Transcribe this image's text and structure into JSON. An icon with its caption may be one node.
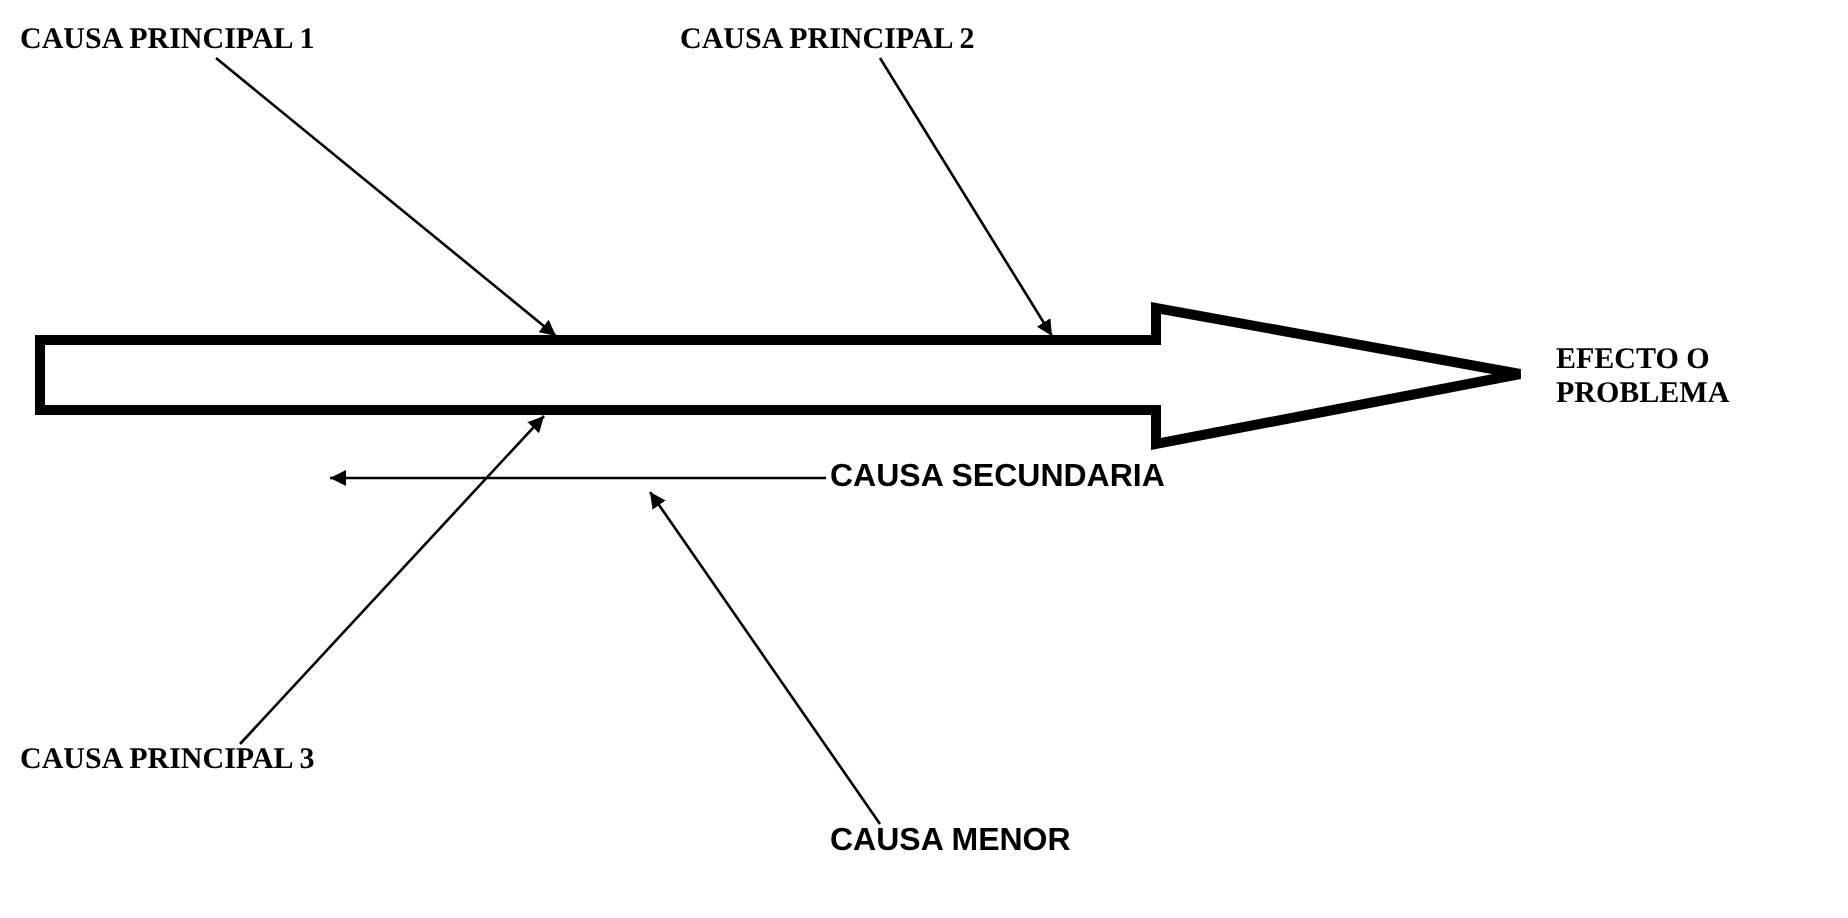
{
  "diagram": {
    "nodes": [
      {
        "text": [
          "CAUSA PRINCIPAL 1"
        ]
      },
      {
        "text": [
          "CAUSA PRINCIPAL 2"
        ]
      },
      {
        "text": [],
        "shape": "arrow"
      },
      {
        "text": [
          "CAUSA PRINCIPAL 3"
        ]
      },
      {
        "text": [
          "CAUSA SECUNDARIA"
        ]
      },
      {
        "text": [
          "CAUSA MENOR"
        ]
      }
    ],
    "edges": [
      {
        "from": 0,
        "to": 2,
        "arrow": "to"
      },
      {
        "from": 1,
        "to": 2,
        "arrow": "to"
      },
      {
        "from": 3,
        "to": 2,
        "arrow": "to"
      },
      {
        "from": 4,
        "to": null,
        "arrow": "to"
      },
      {
        "from": 5,
        "to": null,
        "arrow": "to"
      }
    ],
    "labels": [
      "EFECTO O PROBLEMA"
    ]
  }
}
